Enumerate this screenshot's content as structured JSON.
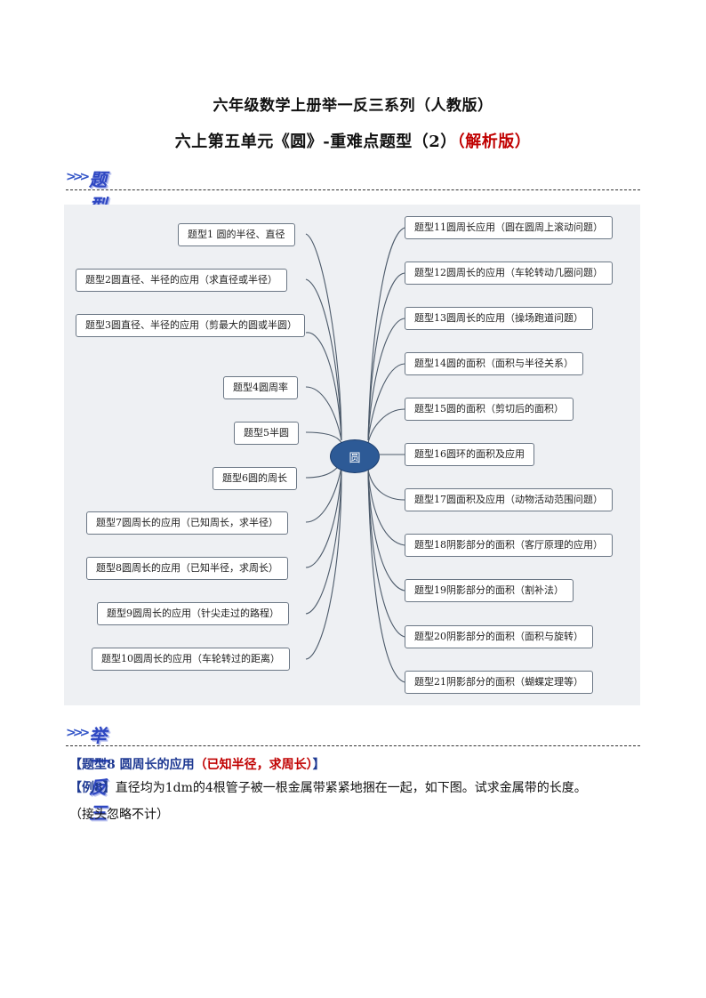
{
  "header": {
    "title_line1": "六年级数学上册举一反三系列（人教版）",
    "title_line2_main": "六上第五单元《圆》-重难点题型（2）",
    "title_line2_red": "（解析版）"
  },
  "section1": {
    "arrows": ">>>",
    "title": "题型先知"
  },
  "mindmap": {
    "center": "圆",
    "left_nodes": [
      "题型1 圆的半径、直径",
      "题型2圆直径、半径的应用（求直径或半径）",
      "题型3圆直径、半径的应用（剪最大的圆或半圆）",
      "题型4圆周率",
      "题型5半圆",
      "题型6圆的周长",
      "题型7圆周长的应用（已知周长，求半径）",
      "题型8圆周长的应用（已知半径，求周长）",
      "题型9圆周长的应用（针尖走过的路程）",
      "题型10圆周长的应用（车轮转过的距离）"
    ],
    "right_nodes": [
      "题型11圆周长应用（圆在圆周上滚动问题）",
      "题型12圆周长的应用（车轮转动几圈问题）",
      "题型13圆周长的应用（操场跑道问题）",
      "题型14圆的面积（面积与半径关系）",
      "题型15圆的面积（剪切后的面积）",
      "题型16圆环的面积及应用",
      "题型17圆面积及应用（动物活动范围问题）",
      "题型18阴影部分的面积（客厅原理的应用）",
      "题型19阴影部分的面积（割补法）",
      "题型20阴影部分的面积（面积与旋转）",
      "题型21阴影部分的面积（蝴蝶定理等）"
    ]
  },
  "section2": {
    "arrows": ">>>",
    "title": "举一反三"
  },
  "problem": {
    "bracket_open": "【",
    "type_label": "题型8 圆周长的应用",
    "type_red": "（已知半径，求周长）",
    "bracket_close": "】",
    "example_label": "【例8】",
    "line1": "直径均为1dm的4根管子被一根金属带紧紧地捆在一起，如下图。试求金属带的长度。",
    "line2": "（接头忽略不计）"
  }
}
